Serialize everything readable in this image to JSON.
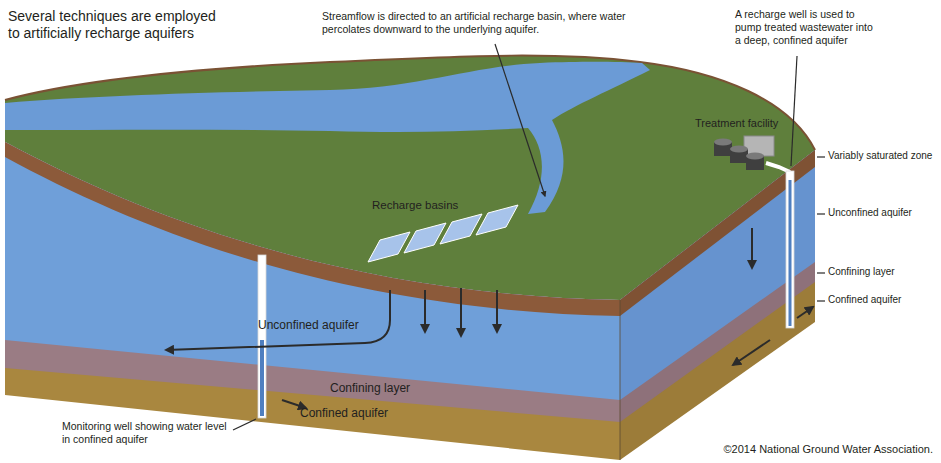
{
  "diagram": {
    "title": "Several techniques are employed to artificially recharge aquifers",
    "labels": [
      "Streamflow is directed to an artificial recharge basin, where water percolates downward to the underlying aquifer.",
      "A recharge well is used to pump treated wastewater into a deep, confined aquifer",
      "Treatment facility",
      "Recharge basins",
      "Variably saturated zone",
      "Unconfined aquifer",
      "Confining layer",
      "Confined aquifer",
      "Unconfined aquifer",
      "Confining layer",
      "Confined aquifer",
      "Monitoring well showing water level in confined aquifer",
      "©2014 National Ground Water Association."
    ]
  }
}
